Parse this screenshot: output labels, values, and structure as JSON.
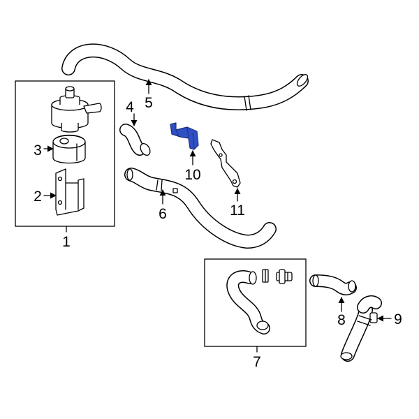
{
  "callouts": {
    "c1": "1",
    "c2": "2",
    "c3": "3",
    "c4": "4",
    "c5": "5",
    "c6": "6",
    "c7": "7",
    "c8": "8",
    "c9": "9",
    "c10": "10",
    "c11": "11"
  },
  "highlight": {
    "part": "10",
    "color": "#2f4fc4"
  }
}
